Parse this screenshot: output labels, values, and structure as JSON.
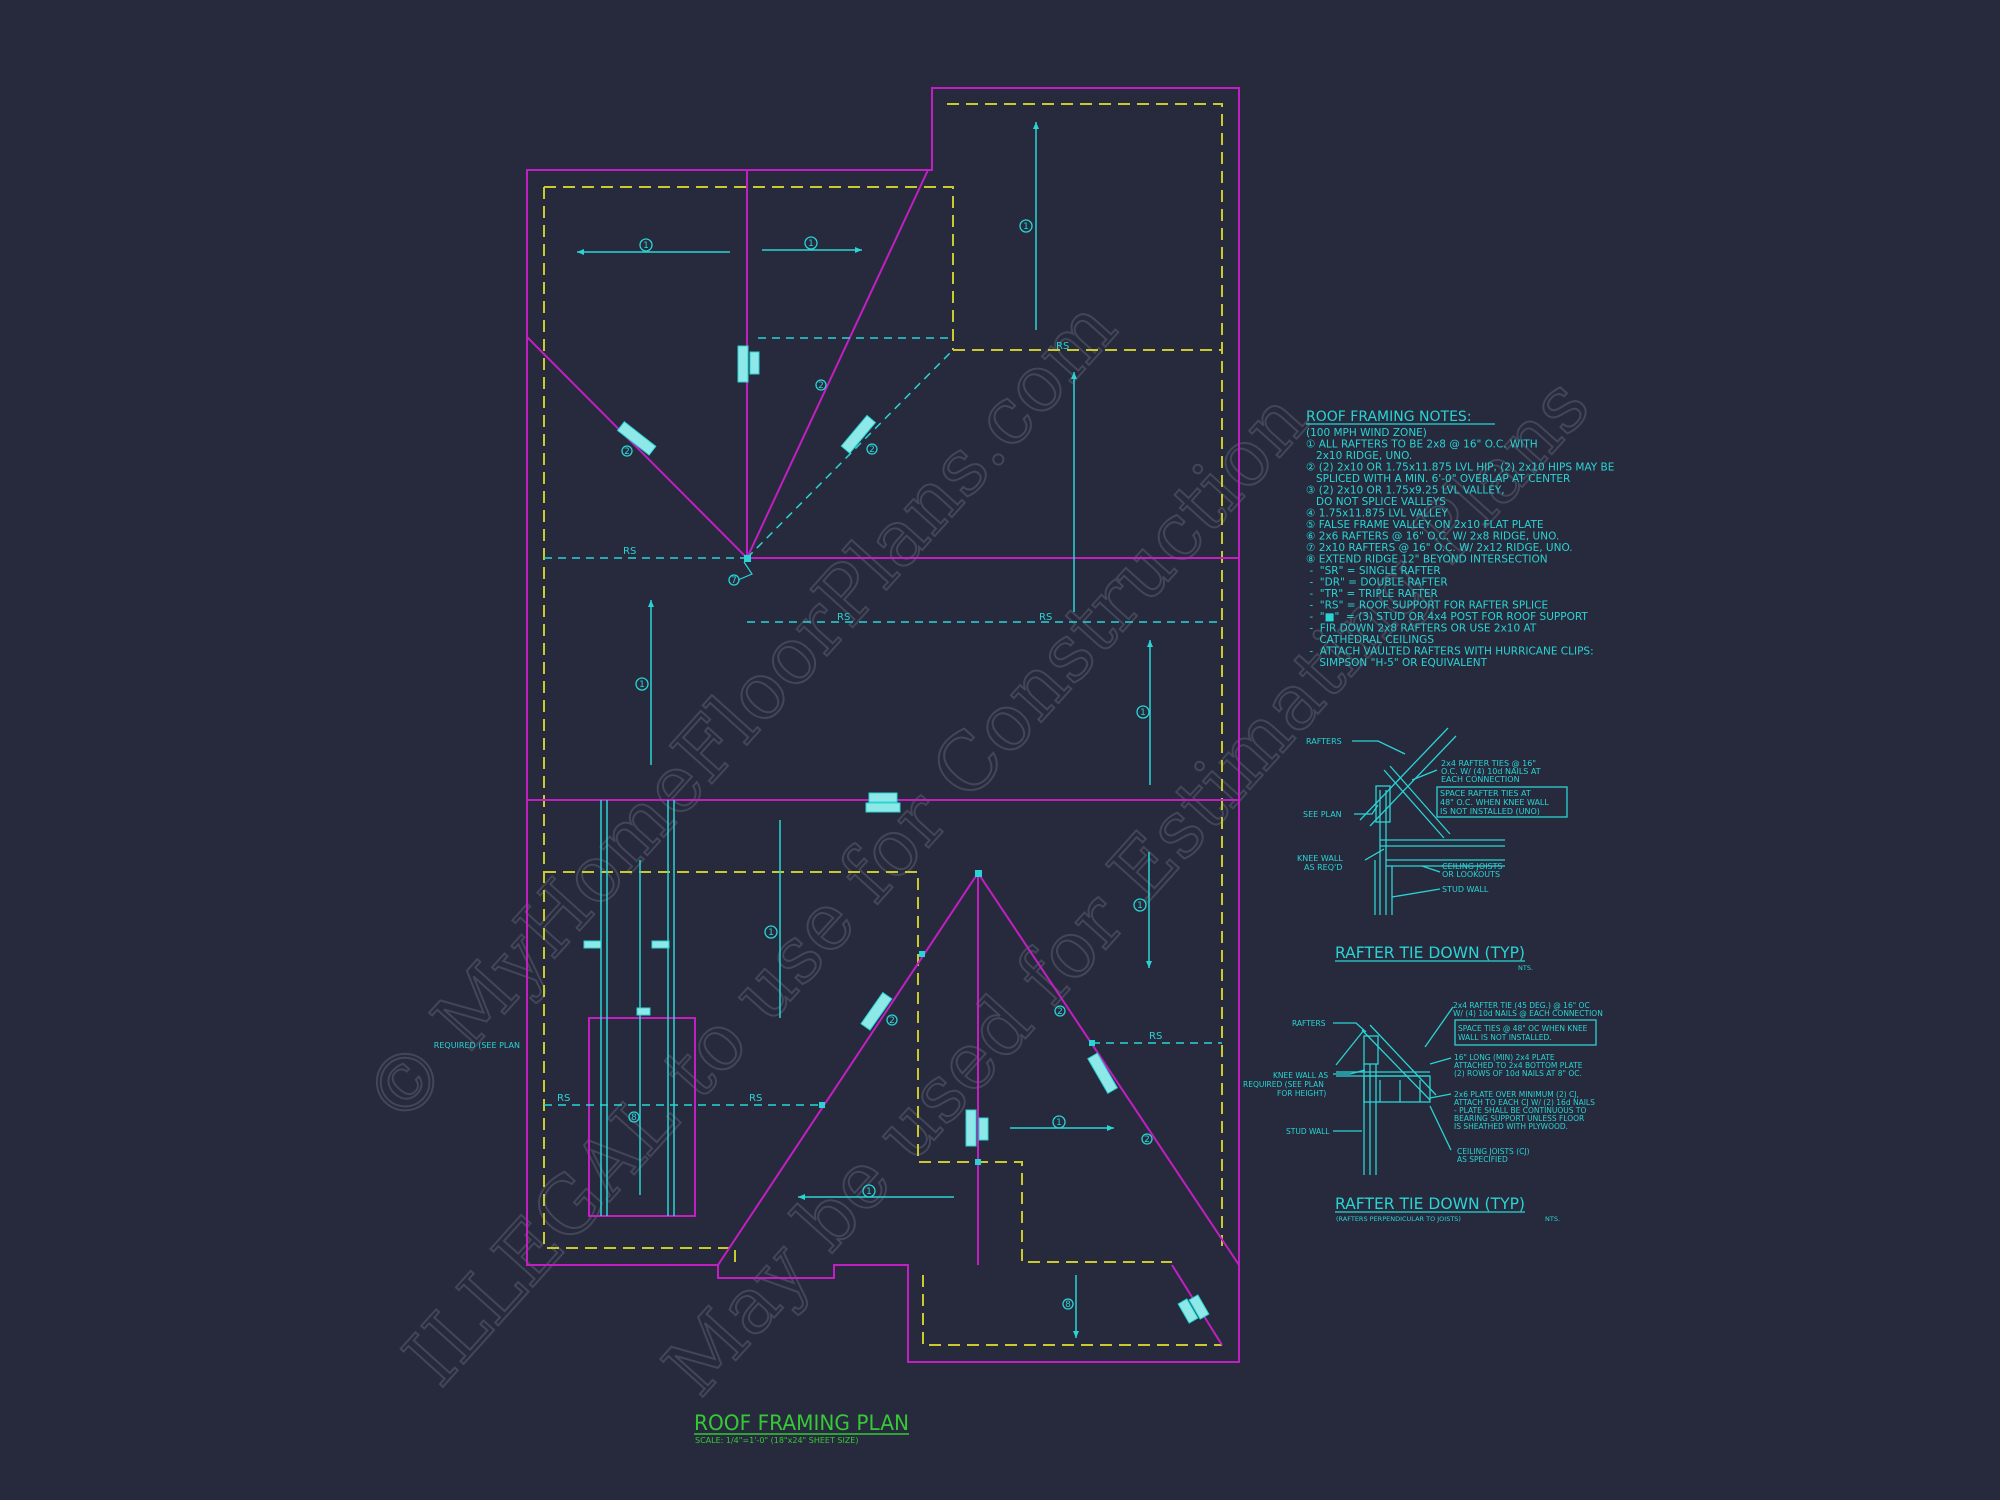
{
  "colors": {
    "background": "#262a3c",
    "roof_outline": "#c21fc2",
    "wall_dashed": "#c9c930",
    "annotation": "#2ad4d4",
    "title_green": "#37c837",
    "watermark": "#4a4e60"
  },
  "plan": {
    "title": "ROOF FRAMING PLAN",
    "scale": "SCALE: 1/4\"=1'-0\" (18\"x24\" SHEET SIZE)",
    "marks": {
      "rs": "RS",
      "one": "1",
      "two": "2",
      "seven": "7",
      "eight": "8",
      "required_note": "REQUIRED (SEE PLAN"
    }
  },
  "notes": {
    "title": "ROOF FRAMING NOTES:",
    "lines": [
      "(100 MPH WIND ZONE)",
      "① ALL RAFTERS TO BE 2x8 @ 16\" O.C. WITH",
      "   2x10 RIDGE, UNO.",
      "② (2) 2x10 OR 1.75x11.875 LVL HIP, (2) 2x10 HIPS MAY BE",
      "   SPLICED WITH A MIN. 6'-0\" OVERLAP AT CENTER",
      "③ (2) 2x10 OR 1.75x9.25 LVL VALLEY,",
      "   DO NOT SPLICE VALLEYS",
      "④ 1.75x11.875 LVL VALLEY",
      "⑤ FALSE FRAME VALLEY ON 2x10 FLAT PLATE",
      "⑥ 2x6 RAFTERS @ 16\" O.C. W/ 2x8 RIDGE, UNO.",
      "⑦ 2x10 RAFTERS @ 16\" O.C. W/ 2x12 RIDGE, UNO.",
      "⑧ EXTEND RIDGE 12\" BEYOND INTERSECTION",
      " -  \"SR\" = SINGLE RAFTER",
      " -  \"DR\" = DOUBLE RAFTER",
      " -  \"TR\" = TRIPLE RAFTER",
      " -  \"RS\" = ROOF SUPPORT FOR RAFTER SPLICE",
      " -  \"■\"  = (3) STUD OR 4x4 POST FOR ROOF SUPPORT",
      " -  FIR DOWN 2x8 RAFTERS OR USE 2x10 AT",
      "    CATHEDRAL CEILINGS",
      " -  ATTACH VAULTED RAFTERS WITH HURRICANE CLIPS:",
      "    SIMPSON \"H-5\" OR EQUIVALENT"
    ]
  },
  "detail1": {
    "title": "RAFTER TIE DOWN (TYP)",
    "nts": "NTS.",
    "labels": {
      "rafters": "RAFTERS",
      "see_plan": "SEE PLAN",
      "knee_wall": "KNEE WALL",
      "as_reqd": "AS REQ'D",
      "ties_1": "2x4 RAFTER TIES @ 16\"",
      "ties_2": "O.C. W/ (4) 10d NAILS AT",
      "ties_3": "EACH CONNECTION",
      "box_1": "SPACE RAFTER TIES AT",
      "box_2": "48\" O.C. WHEN KNEE WALL",
      "box_3": "IS NOT INSTALLED (UNO)",
      "cj_1": "CEILING JOISTS",
      "cj_2": "OR LOOKOUTS",
      "stud_wall": "STUD WALL"
    }
  },
  "detail2": {
    "title": "RAFTER TIE DOWN (TYP)",
    "subtitle": "(RAFTERS PERPENDICULAR TO JOISTS)",
    "nts": "NTS.",
    "labels": {
      "rafters": "RAFTERS",
      "knee_1": "KNEE WALL AS",
      "knee_2": "REQUIRED (SEE PLAN",
      "knee_3": "FOR HEIGHT)",
      "stud_wall": "STUD WALL",
      "tie_1": "2x4 RAFTER TIE (45 DEG.) @ 16\" OC",
      "tie_2": "W/ (4) 10d NAILS @ EACH CONNECTION",
      "box_1": "SPACE TIES @ 48\" OC WHEN KNEE",
      "box_2": "WALL IS NOT INSTALLED.",
      "plate_1": "16\" LONG (MIN) 2x4 PLATE",
      "plate_2": "ATTACHED TO 2x4 BOTTOM PLATE",
      "plate_3": "(2) ROWS OF 10d NAILS AT 8\" OC.",
      "flat_1": "2x6 PLATE OVER MINIMUM (2) CJ,",
      "flat_2": "ATTACH TO EACH CJ W/ (2) 16d NAILS",
      "flat_3": "- PLATE SHALL BE CONTINUOUS TO",
      "flat_4": "BEARING SUPPORT UNLESS FLOOR",
      "flat_5": "IS SHEATHED WITH PLYWOOD.",
      "cj_1": "CEILING JOISTS (CJ)",
      "cj_2": "AS SPECIFIED"
    }
  },
  "watermark": {
    "line1": "© MyHomeFloorPlans.com",
    "line2": "ILLEGAL to use for Construction",
    "line3": "May be used for Estimating Plans"
  }
}
